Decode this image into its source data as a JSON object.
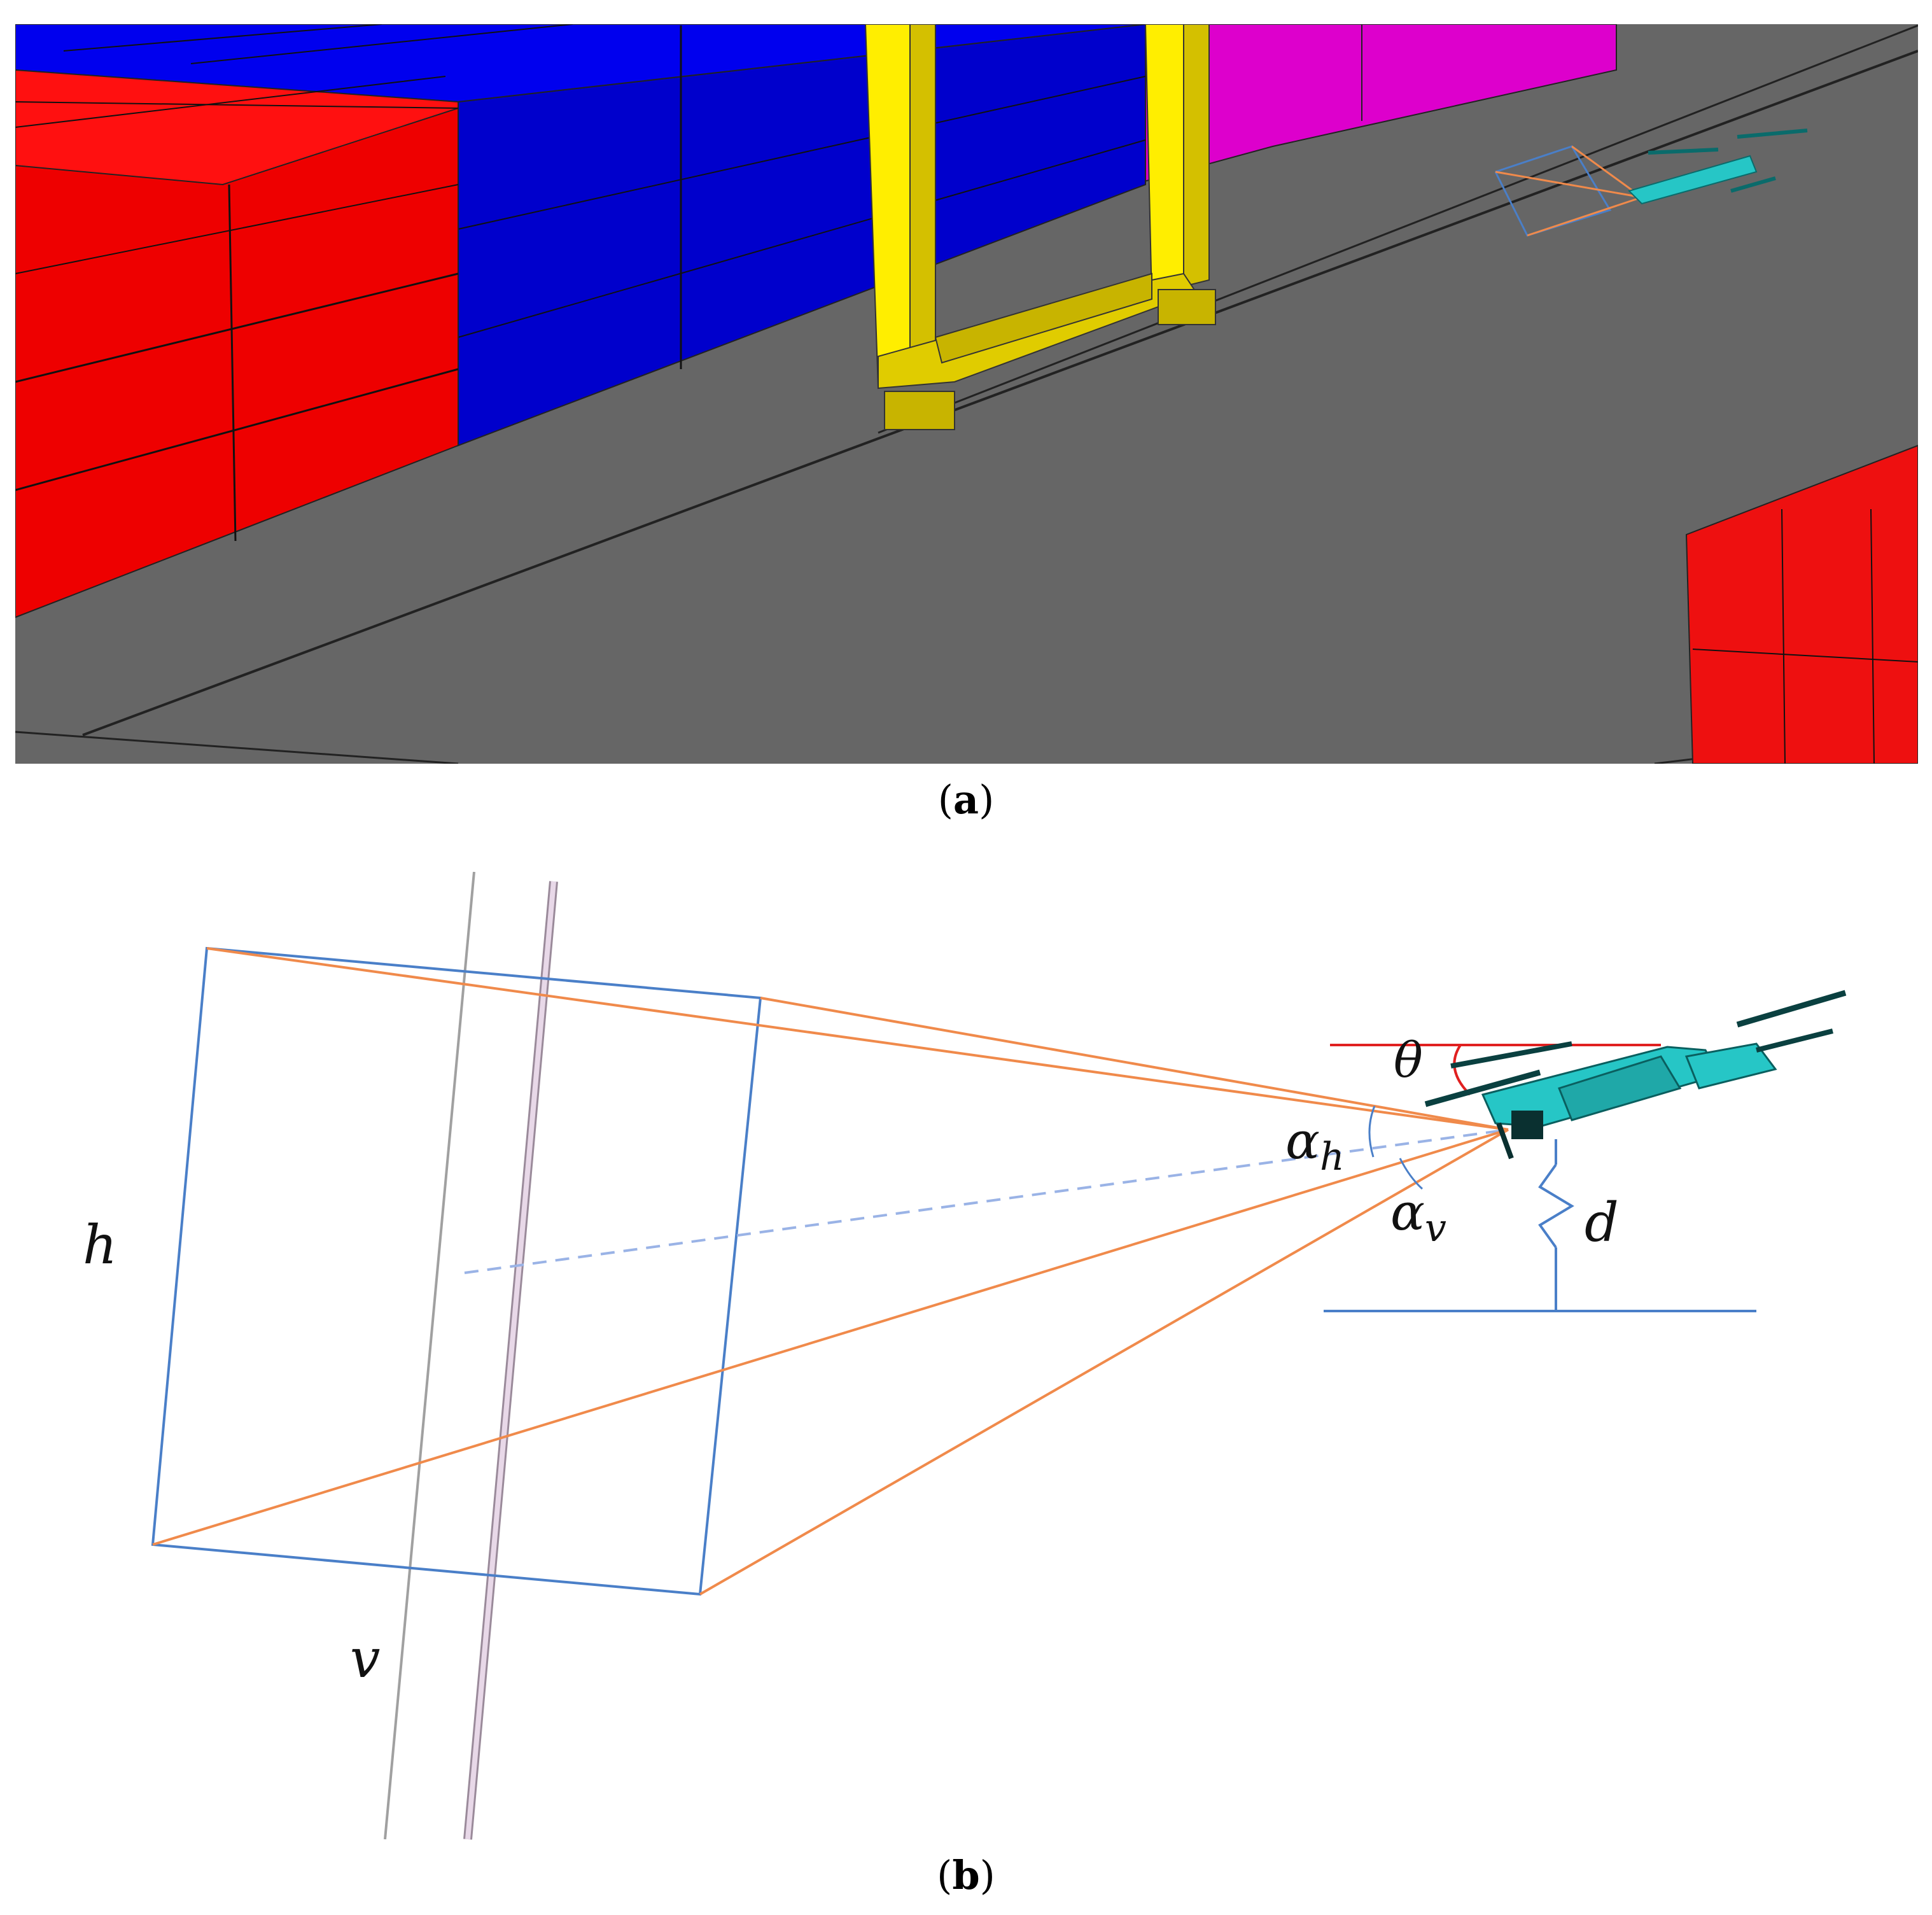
{
  "panels": [
    {
      "id": "a",
      "caption_letter": "a",
      "scene": {
        "colors": {
          "ground": "#666666",
          "container_red": "#ee0000",
          "container_red_dark": "#cc0000",
          "container_blue": "#0000cc",
          "container_blue_top": "#0000ee",
          "container_magenta": "#dd00cc",
          "crane_yellow": "#ffee00",
          "crane_yellow_dark": "#c8b400",
          "drone_teal": "#26c6c6"
        }
      }
    },
    {
      "id": "b",
      "caption_letter": "b",
      "labels": {
        "theta": "θ",
        "alpha_h_base": "α",
        "alpha_h_sub": "h",
        "alpha_v_base": "α",
        "alpha_v_sub": "v",
        "h": "h",
        "v": "v",
        "d": "d"
      },
      "colors": {
        "frame_blue": "#4a7fc8",
        "ray_orange": "#f08a4b",
        "axis_red": "#e02020",
        "rail_gray": "#a0a0a0",
        "rail_pink": "#e8d8e8"
      }
    }
  ]
}
